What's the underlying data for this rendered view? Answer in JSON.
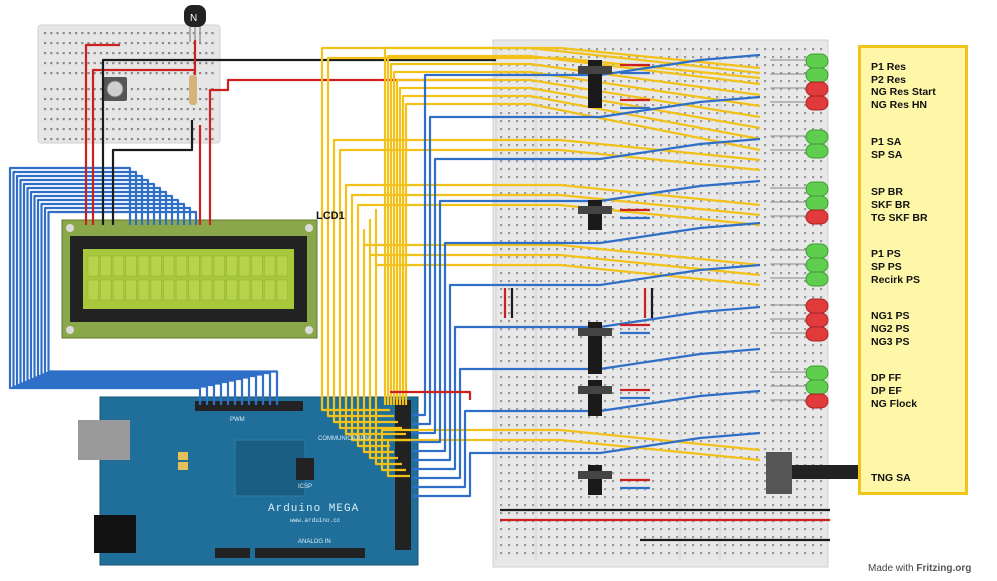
{
  "lcd": {
    "name": "LCD1"
  },
  "arduino": {
    "board_name": "Arduino MEGA",
    "url": "www.arduino.cc",
    "pwm_label": "PWM",
    "communication_label": "COMMUNICATION",
    "analog_label": "ANALOG IN",
    "icsp_label": "ICSP"
  },
  "labels": [
    {
      "text": "P1 Res"
    },
    {
      "text": "P2 Res"
    },
    {
      "text": "NG Res Start"
    },
    {
      "text": "NG Res HN"
    },
    {
      "text": "P1 SA"
    },
    {
      "text": "SP SA"
    },
    {
      "text": "SP BR"
    },
    {
      "text": "SKF BR"
    },
    {
      "text": "TG SKF BR"
    },
    {
      "text": "P1 PS"
    },
    {
      "text": "SP PS"
    },
    {
      "text": "Recirk PS"
    },
    {
      "text": "NG1 PS"
    },
    {
      "text": "NG2 PS"
    },
    {
      "text": "NG3 PS"
    },
    {
      "text": "DP FF"
    },
    {
      "text": "DP EF"
    },
    {
      "text": "NG Flock"
    },
    {
      "text": "TNG SA"
    }
  ],
  "leds": [
    {
      "color": "green"
    },
    {
      "color": "green"
    },
    {
      "color": "red"
    },
    {
      "color": "red"
    },
    {
      "color": "green"
    },
    {
      "color": "green"
    },
    {
      "color": "green"
    },
    {
      "color": "green"
    },
    {
      "color": "red"
    },
    {
      "color": "green"
    },
    {
      "color": "green"
    },
    {
      "color": "green"
    },
    {
      "color": "red"
    },
    {
      "color": "red"
    },
    {
      "color": "red"
    },
    {
      "color": "green"
    },
    {
      "color": "green"
    },
    {
      "color": "red"
    }
  ],
  "footer": {
    "made_with": "Made with",
    "brand": "Fritzing.org"
  },
  "colors": {
    "wire_yellow": "#f2c21b",
    "wire_blue": "#2f6fc8",
    "wire_red": "#cc1f1f",
    "wire_black": "#1a1a1a",
    "board_blue": "#1f6f9a",
    "lcd_green": "#a6c83a",
    "breadboard": "#e8e8e8",
    "label_bg": "#fff7a8",
    "label_border": "#f0c419"
  }
}
